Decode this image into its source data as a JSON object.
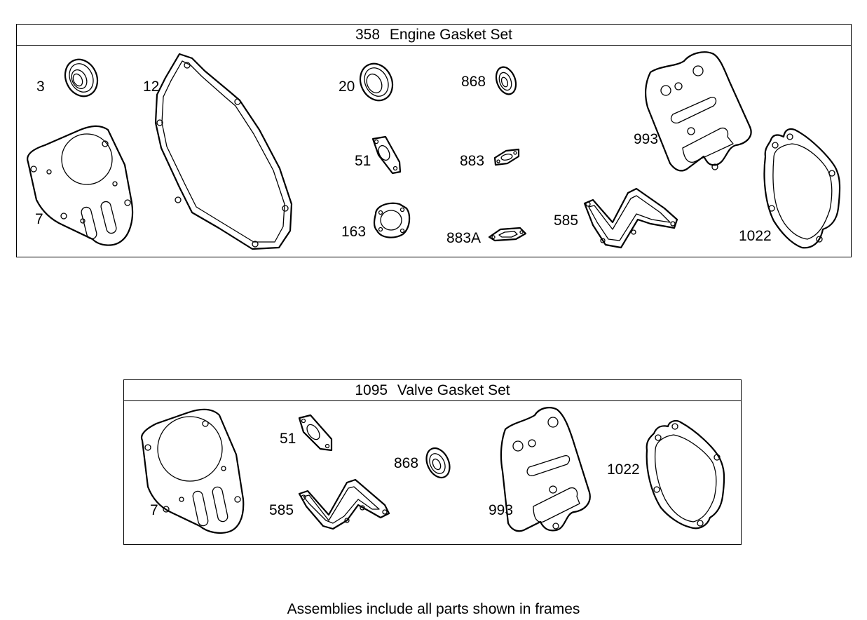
{
  "engine_set": {
    "number": "358",
    "name": "Engine Gasket Set",
    "callouts": {
      "p3": "3",
      "p12": "12",
      "p20": "20",
      "p868": "868",
      "p993": "993",
      "p51": "51",
      "p883": "883",
      "p7": "7",
      "p163": "163",
      "p883a": "883A",
      "p585": "585",
      "p1022": "1022"
    }
  },
  "valve_set": {
    "number": "1095",
    "name": "Valve Gasket Set",
    "callouts": {
      "p51": "51",
      "p868": "868",
      "p1022": "1022",
      "p7": "7",
      "p585": "585",
      "p993": "993"
    }
  },
  "footnote": "Assemblies include all parts shown in frames"
}
